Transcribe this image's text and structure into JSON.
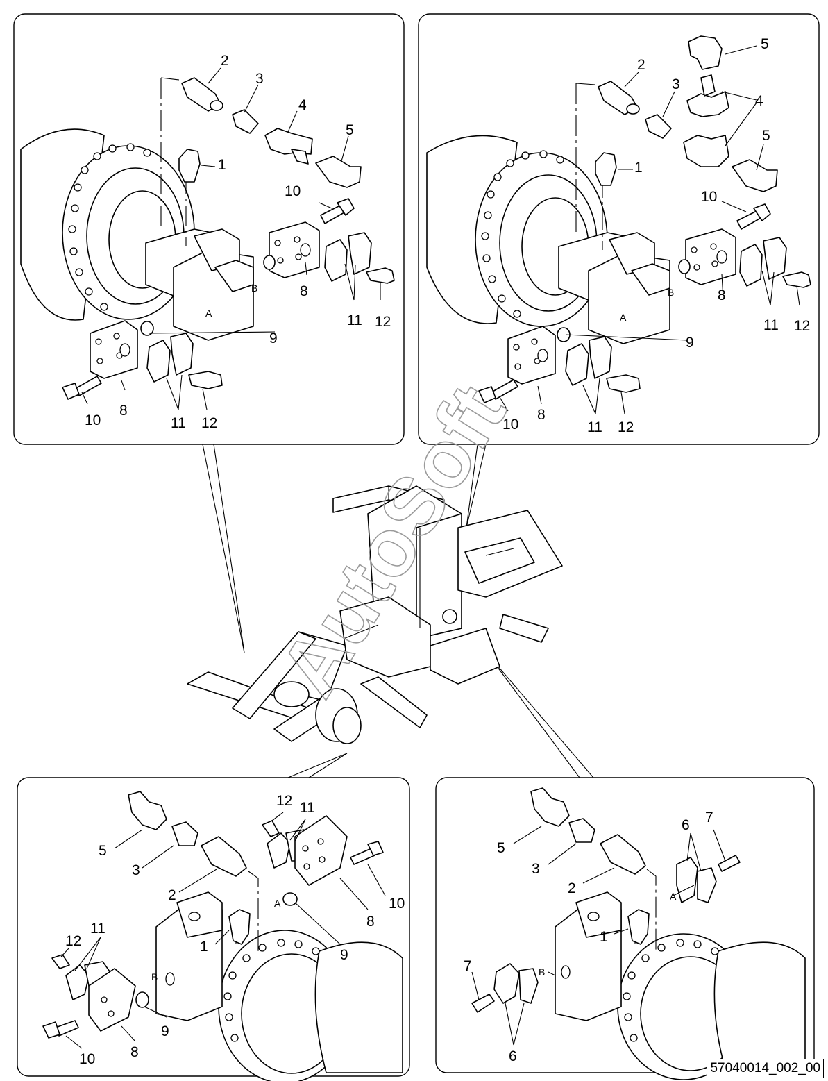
{
  "watermark": "AutoSoft",
  "drawing_code": "57040014_002_00",
  "panels": {
    "top_left": {
      "callouts": [
        "2",
        "3",
        "4",
        "5",
        "1",
        "10",
        "8",
        "9",
        "11",
        "12",
        "10",
        "8",
        "11",
        "12"
      ],
      "ports": [
        "A",
        "B"
      ]
    },
    "top_right": {
      "callouts": [
        "5",
        "2",
        "3",
        "4",
        "5",
        "1",
        "10",
        "9",
        "8",
        "11",
        "12",
        "10",
        "8",
        "11",
        "12"
      ],
      "ports": [
        "A",
        "B"
      ]
    },
    "bottom_left": {
      "callouts": [
        "12",
        "11",
        "5",
        "3",
        "2",
        "10",
        "8",
        "9",
        "12",
        "11",
        "1",
        "9",
        "10",
        "8"
      ],
      "ports": [
        "A",
        "B"
      ]
    },
    "bottom_right": {
      "callouts": [
        "5",
        "3",
        "2",
        "6",
        "7",
        "1",
        "7",
        "6"
      ],
      "ports": [
        "A",
        "B"
      ]
    }
  }
}
